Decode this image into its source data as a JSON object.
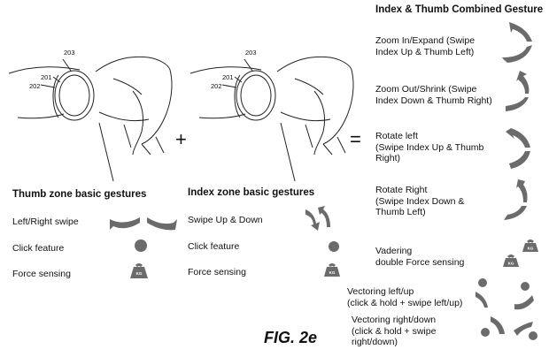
{
  "refs": {
    "r203": "203",
    "r201": "201",
    "r202": "202"
  },
  "operators": {
    "plus": "+",
    "equals": "="
  },
  "figure_label": "FIG. 2e",
  "thumb_zone": {
    "title": "Thumb zone basic gestures",
    "items": [
      "Left/Right swipe",
      "Click feature",
      "Force sensing"
    ]
  },
  "index_zone": {
    "title": "Index zone basic gestures",
    "items": [
      "Swipe Up & Down",
      "Click feature",
      "Force sensing"
    ]
  },
  "combined": {
    "title": "Index & Thumb Combined Gesture",
    "items": [
      "Zoom In/Expand (Swipe\nIndex Up & Thumb Left)",
      "Zoom Out/Shrink (Swipe\nIndex Down & Thumb Right)",
      "Rotate left\n(Swipe Index Up & Thumb\nRight)",
      "Rotate Right\n(Swipe Index Down &\nThumb Left)",
      "Vadering\ndouble Force sensing",
      "Vectoring left/up\n(click & hold + swipe left/up)",
      "Vectoring right/down\n(click & hold + swipe\nright/down)"
    ]
  },
  "weight_label": "KG",
  "colors": {
    "gesture_gray": "#6b6b6b",
    "line": "#222222"
  }
}
